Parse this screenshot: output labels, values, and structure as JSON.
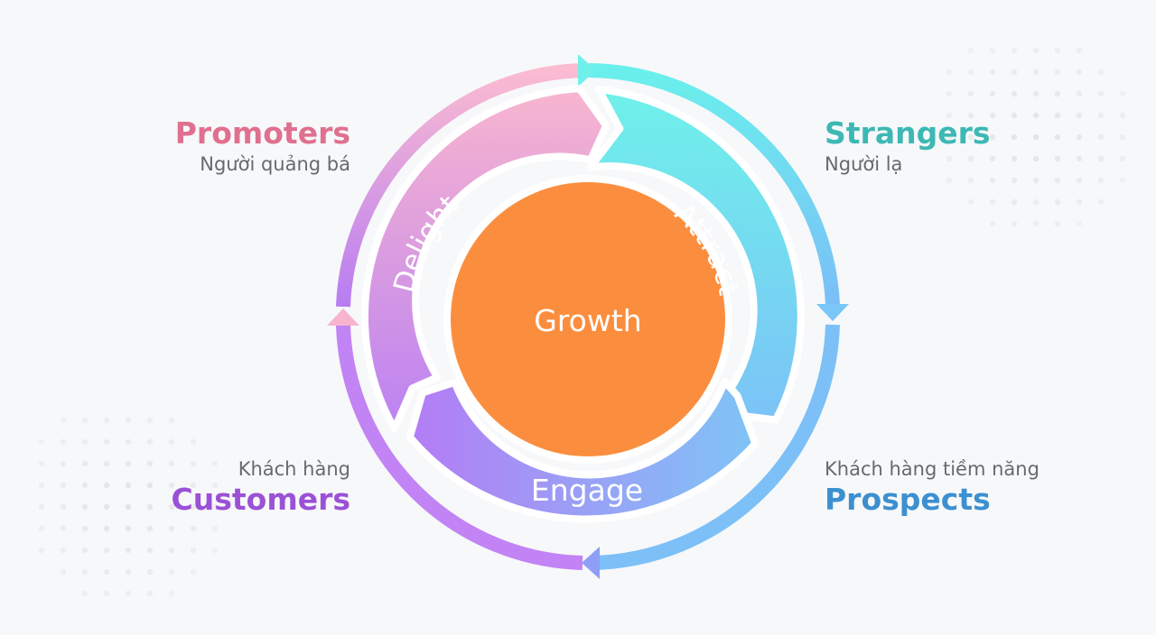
{
  "diagram": {
    "center_label": "Growth",
    "segments": {
      "attract": "Attract",
      "engage": "Engage",
      "delight": "Delight"
    },
    "corners": {
      "top_left": {
        "title": "Promoters",
        "subtitle": "Người quảng bá"
      },
      "top_right": {
        "title": "Strangers",
        "subtitle": "Người lạ"
      },
      "bottom_left": {
        "title": "Customers",
        "subtitle": "Khách hàng"
      },
      "bottom_right": {
        "title": "Prospects",
        "subtitle": "Khách hàng tiềm năng"
      }
    },
    "colors": {
      "background": "#f7f8fa",
      "center": "#fb8e3e",
      "promoters": "#e0708f",
      "strangers": "#3db8b4",
      "customers": "#9b51d6",
      "prospects": "#3c90d0",
      "pink": "#f9b4cc",
      "cyan": "#6aeeed",
      "blue": "#79c2f8",
      "purple": "#c07df3"
    }
  }
}
